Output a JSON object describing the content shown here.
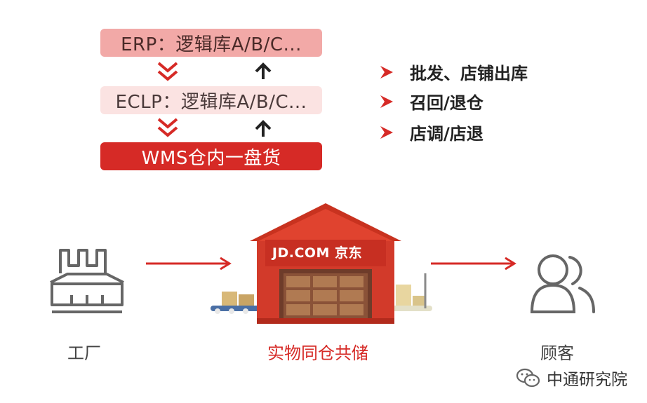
{
  "layers": {
    "erp": "ERP：逻辑库A/B/C...",
    "eclp": "ECLP：逻辑库A/B/C...",
    "wms": "WMS仓内一盘货"
  },
  "bullets": [
    "批发、店铺出库",
    "召回/退仓",
    "店调/店退"
  ],
  "warehouse_sign": "JD.COM 京东",
  "captions": {
    "factory": "工厂",
    "shared": "实物同仓共储",
    "customer": "顾客"
  },
  "watermark": "中通研究院",
  "colors": {
    "accent": "#d62a26",
    "erp_box": "#f2a9a7",
    "eclp_box": "#fbe3e2",
    "icon_gray": "#666666"
  },
  "icons": [
    "down-double-chevron-icon",
    "up-arrow-icon",
    "bullet-arrow-icon",
    "factory-icon",
    "warehouse-icon",
    "customer-icon",
    "wechat-icon"
  ]
}
